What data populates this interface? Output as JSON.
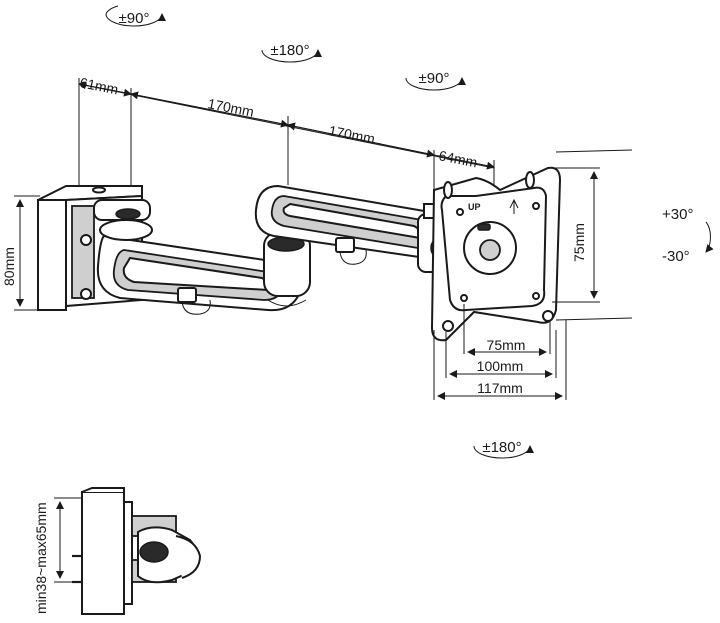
{
  "rotations": {
    "top_left": "±90°",
    "top_center": "±180°",
    "top_right": "±90°",
    "bottom": "±180°",
    "tilt_up": "+30°",
    "tilt_down": "-30°"
  },
  "dimensions": {
    "base_depth": "61mm",
    "arm_1": "170mm",
    "arm_2": "170mm",
    "head": "64mm",
    "height": "80mm",
    "vesa_vertical": "75mm",
    "vesa_75": "75mm",
    "vesa_100": "100mm",
    "plate_width": "117mm",
    "clamp_range": "min38~max65mm"
  },
  "plate_label": "UP"
}
